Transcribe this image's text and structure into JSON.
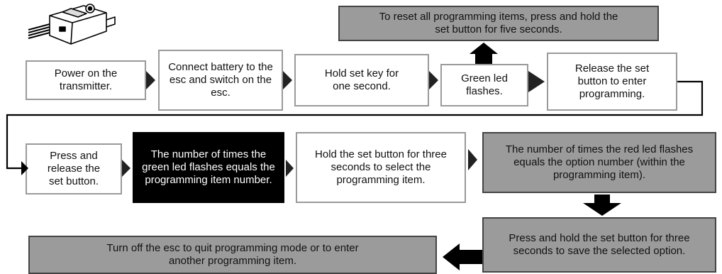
{
  "steps": {
    "power_on": "Power on the transmitter.",
    "connect_battery": "Connect battery to the esc and switch on the esc.",
    "hold_set_key": "Hold set key for one second.",
    "green_flashes": "Green led flashes.",
    "reset_all": "To reset all programming items, press and hold the set button for five seconds.",
    "release_set": "Release the set button to enter programming.",
    "press_release": "Press and release the set button.",
    "green_count": "The number of times the green led flashes equals the programming item number.",
    "hold_three": "Hold the set button for three seconds to select the programming item.",
    "red_count": "The number of times the red led flashes equals the option number (within the programming item).",
    "save_option": "Press and hold the set button for three seconds to save the selected option.",
    "turn_off": "Turn off the esc to quit programming mode or to enter another programming item."
  }
}
